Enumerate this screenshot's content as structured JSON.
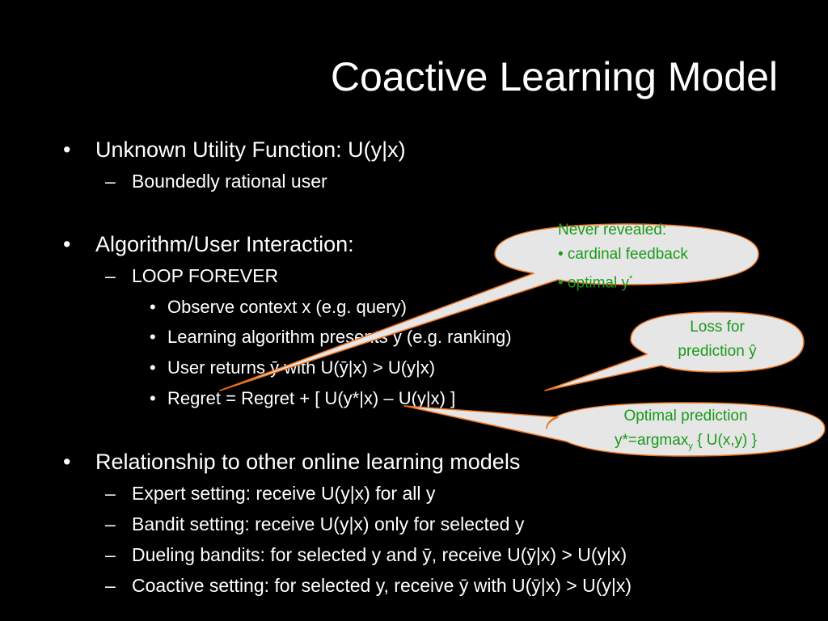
{
  "slide": {
    "title": "Coactive Learning Model",
    "items": [
      {
        "level": 1,
        "text": "Unknown Utility Function: U(y|x)"
      },
      {
        "level": 2,
        "text": "Boundedly rational user"
      },
      {
        "level": 1,
        "text": "Algorithm/User Interaction:"
      },
      {
        "level": 2,
        "text": "LOOP FOREVER"
      },
      {
        "level": 3,
        "text": "Observe context x (e.g. query)"
      },
      {
        "level": 3,
        "text": "Learning algorithm presents y (e.g. ranking)"
      },
      {
        "level": 3,
        "text": "User returns ȳ with U(ȳ|x) > U(y|x)"
      },
      {
        "level": 3,
        "text": "Regret = Regret + [ U(y*|x) – U(y|x) ]"
      },
      {
        "level": 1,
        "text": "Relationship to other online learning models"
      },
      {
        "level": 2,
        "text": "Expert setting: receive U(y|x) for all y"
      },
      {
        "level": 2,
        "text": "Bandit setting: receive U(y|x) only for selected y"
      },
      {
        "level": 2,
        "text": "Dueling bandits: for selected y and ȳ, receive U(ȳ|x) > U(y|x)"
      },
      {
        "level": 2,
        "text": "Coactive setting: for selected y, receive ȳ with U(ȳ|x) > U(y|x)"
      }
    ],
    "markers": {
      "level1": "•",
      "level2": "–",
      "level3": "•"
    }
  },
  "callouts": {
    "never_revealed": {
      "heading": "Never revealed:",
      "item1": "• cardinal feedback",
      "item2_prefix": "• optimal y",
      "item2_sup": "*"
    },
    "loss": {
      "line1": "Loss for",
      "line2": "prediction ŷ"
    },
    "optimal": {
      "line1": "Optimal prediction",
      "line2_prefix": "y*=argmax",
      "line2_sub": "y",
      "line2_suffix": " { U(x,y) }"
    }
  },
  "colors": {
    "background": "#000000",
    "text": "#ffffff",
    "callout_fill": "#e6e6e6",
    "callout_stroke": "#e8711c",
    "callout_text": "#1a9a1a"
  }
}
